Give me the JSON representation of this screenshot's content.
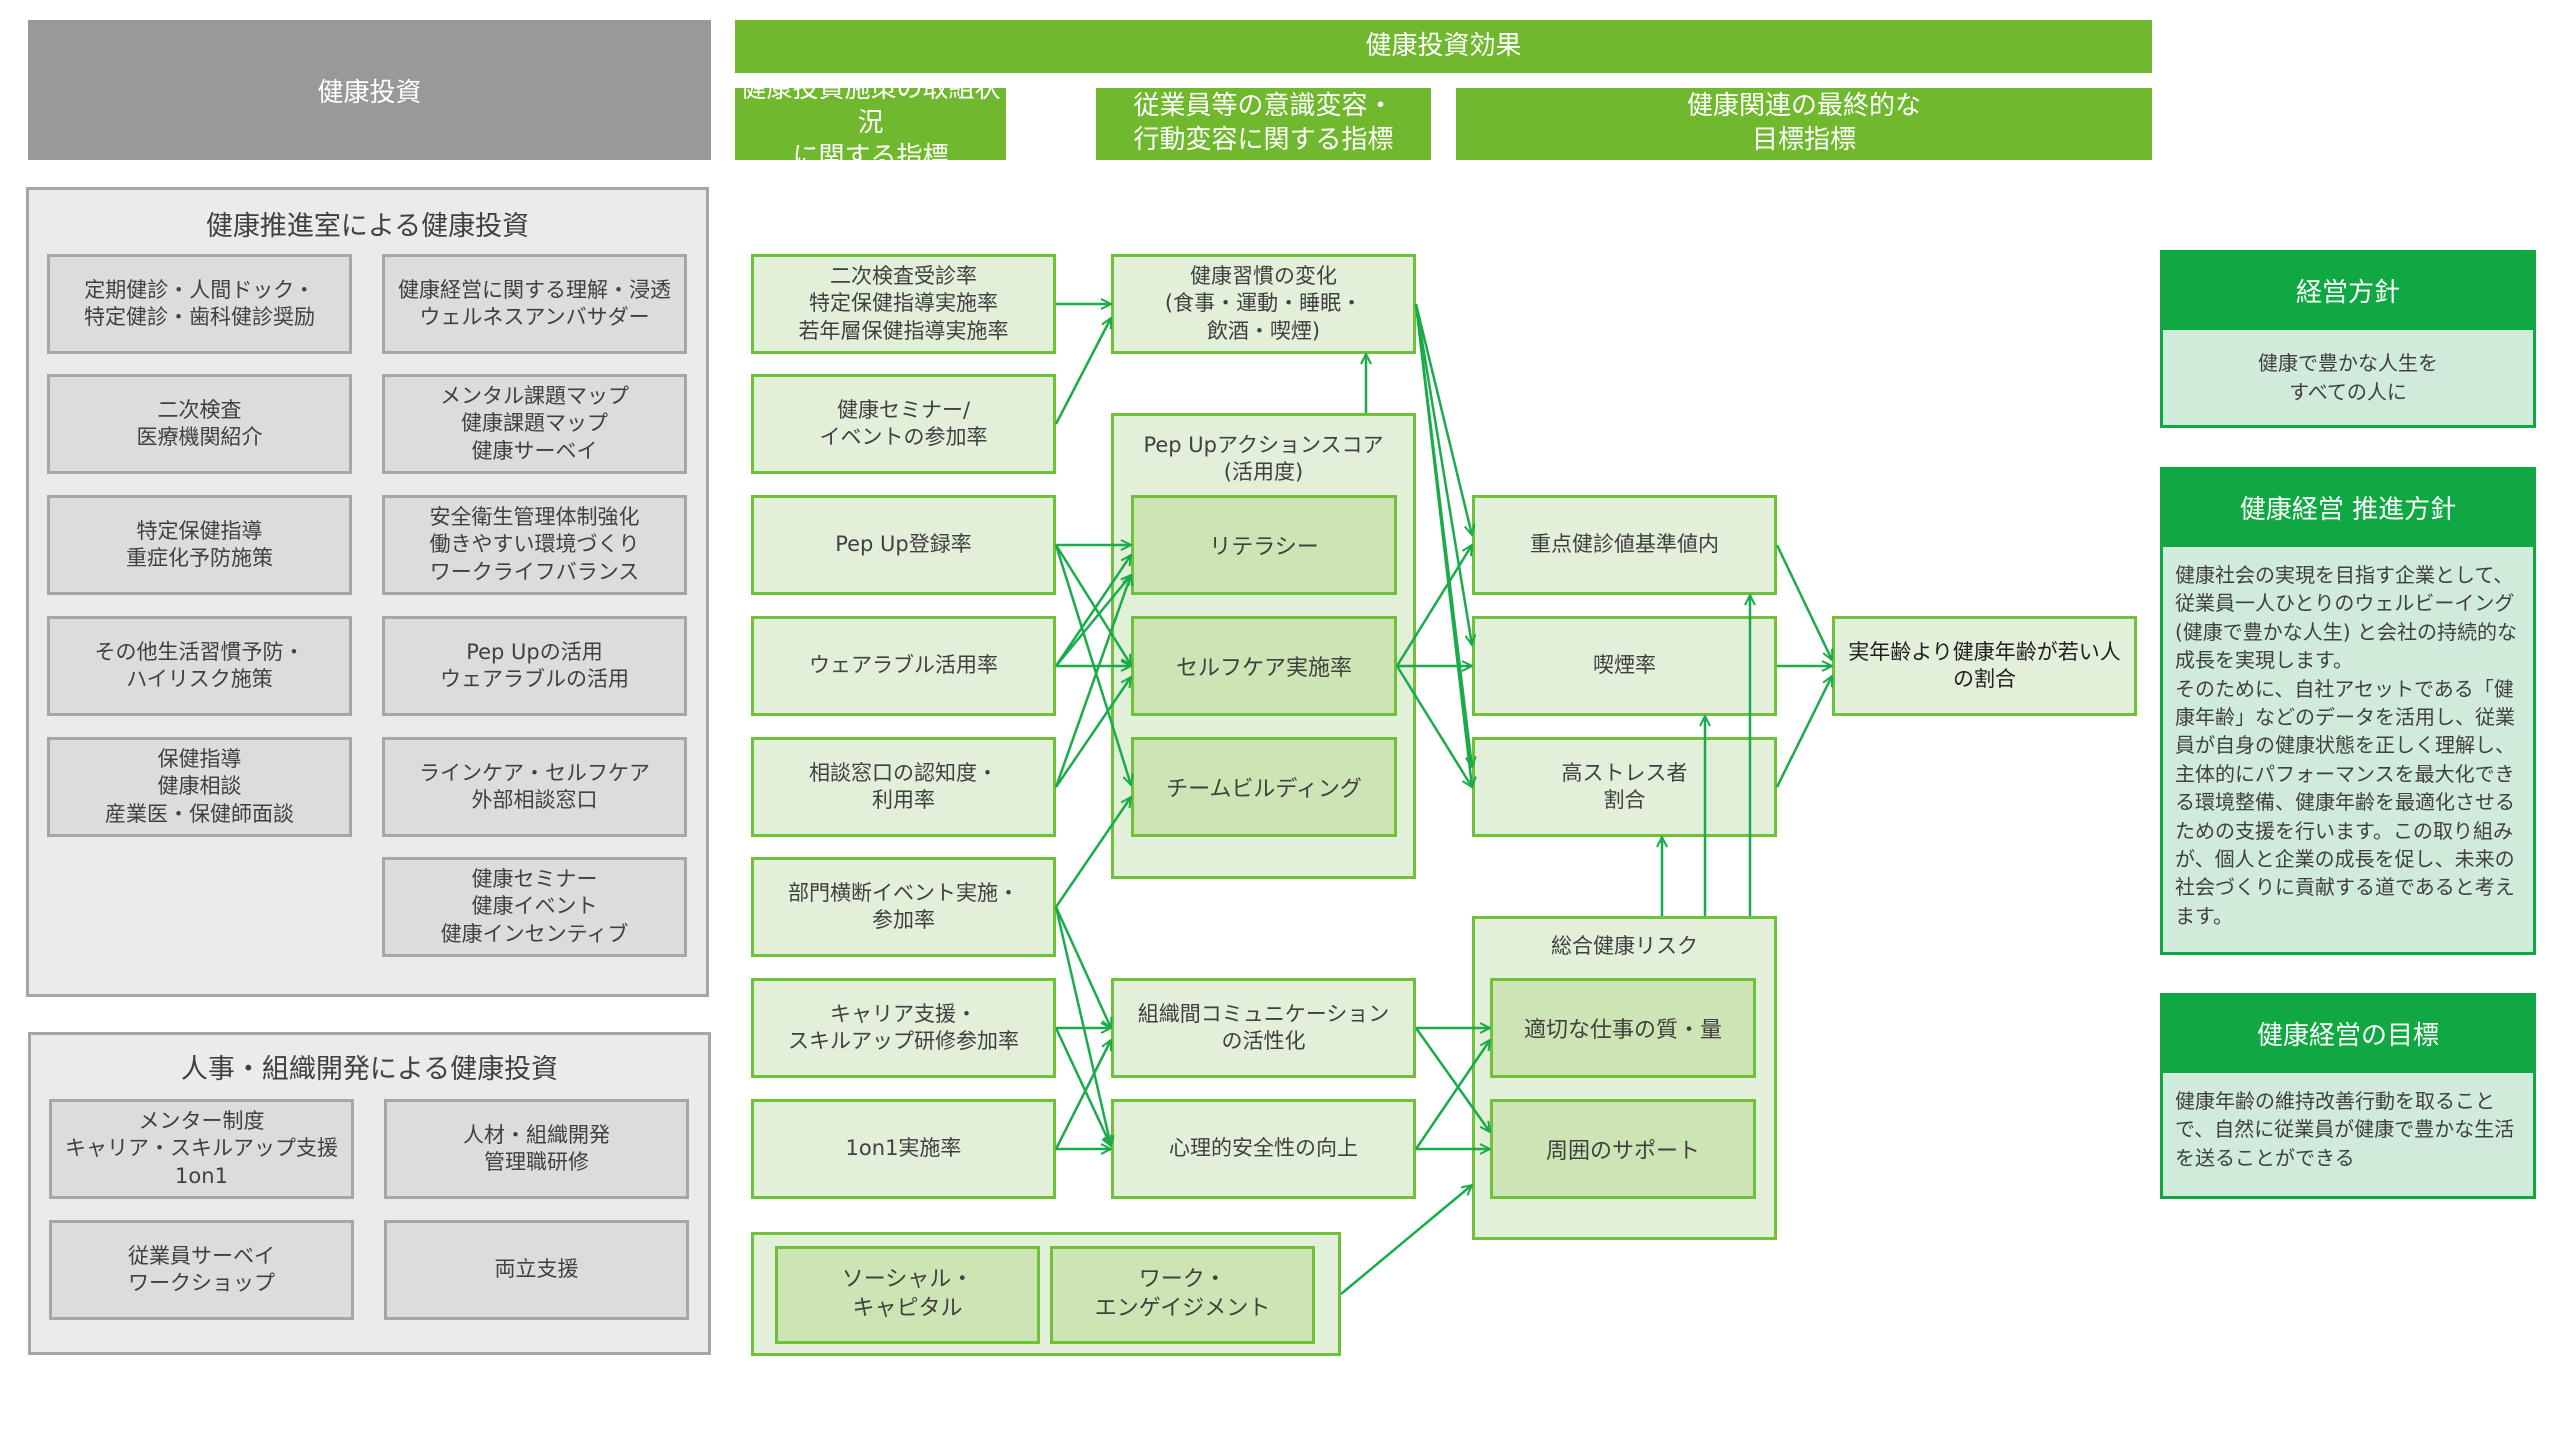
{
  "headers": {
    "investment": "健康投資",
    "effect": "健康投資効果",
    "col1": "健康投資施策の取組状況\nに関する指標",
    "col2": "従業員等の意識変容・\n行動変容に関する指標",
    "col3": "健康関連の最終的な\n目標指標"
  },
  "promo_panel": {
    "title": "健康推進室による健康投資",
    "items": [
      "定期健診・人間ドック・\n特定健診・歯科健診奨励",
      "健康経営に関する理解・浸透\nウェルネスアンバサダー",
      "二次検査\n医療機関紹介",
      "メンタル課題マップ\n健康課題マップ\n健康サーベイ",
      "特定保健指導\n重症化予防施策",
      "安全衛生管理体制強化\n働きやすい環境づくり\nワークライフバランス",
      "その他生活習慣予防・\nハイリスク施策",
      "Pep Upの活用\nウェアラブルの活用",
      "保健指導\n健康相談\n産業医・保健師面談",
      "ラインケア・セルフケア\n外部相談窓口",
      "健康セミナー\n健康イベント\n健康インセンティブ"
    ]
  },
  "hr_panel": {
    "title": "人事・組織開発による健康投資",
    "items": [
      "メンター制度\nキャリア・スキルアップ支援\n1on1",
      "人材・組織開発\n管理職研修",
      "従業員サーベイ\nワークショップ",
      "両立支援"
    ]
  },
  "indicators": [
    "二次検査受診率\n特定保健指導実施率\n若年層保健指導実施率",
    "健康セミナー/\nイベントの参加率",
    "Pep Up登録率",
    "ウェアラブル活用率",
    "相談窓口の認知度・\n利用率",
    "部門横断イベント実施・\n参加率",
    "キャリア支援・\nスキルアップ研修参加率",
    "1on1実施率"
  ],
  "engagement_group": {
    "items": [
      "ソーシャル・\nキャピタル",
      "ワーク・\nエンゲイジメント"
    ]
  },
  "behavior": {
    "habit": "健康習慣の変化\n(食事・運動・睡眠・\n飲酒・喫煙)",
    "pepup_title": "Pep Upアクションスコア\n(活用度)",
    "pepup_items": [
      "リテラシー",
      "セルフケア実施率",
      "チームビルディング"
    ],
    "org_comm": "組織間コミュニケーション\nの活性化",
    "psych_safety": "心理的安全性の向上"
  },
  "outcomes": {
    "checkup": "重点健診値基準値内",
    "smoking": "喫煙率",
    "stress": "高ストレス者\n割合",
    "risk_title": "総合健康リスク",
    "risk_items": [
      "適切な仕事の質・量",
      "周囲のサポート"
    ],
    "final": "実年齢より健康年齢が若い人\nの割合"
  },
  "policies": [
    {
      "title": "経営方針",
      "body": "健康で豊かな人生を\nすべての人に"
    },
    {
      "title": "健康経営 推進方針",
      "body": "健康社会の実現を目指す企業として、従業員一人ひとりのウェルビーイング(健康で豊かな人生) と会社の持続的な成長を実現します。\nそのために、自社アセットである「健康年齢」などのデータを活用し、従業員が自身の健康状態を正しく理解し、主体的にパフォーマンスを最大化できる環境整備、健康年齢を最適化させるための支援を行います。この取り組みが、個人と企業の成長を促し、未来の社会づくりに貢献する道であると考えます。"
    },
    {
      "title": "健康経営の目標",
      "body": "健康年齢の維持改善行動を取ることで、自然に従業員が健康で豊かな生活を送ることができる"
    }
  ],
  "colors": {
    "header_gray": "#999999",
    "header_green": "#70b92e",
    "box_green_border": "#70c13a",
    "arrow_green": "#1aab4a",
    "policy_green": "#0fa843"
  }
}
